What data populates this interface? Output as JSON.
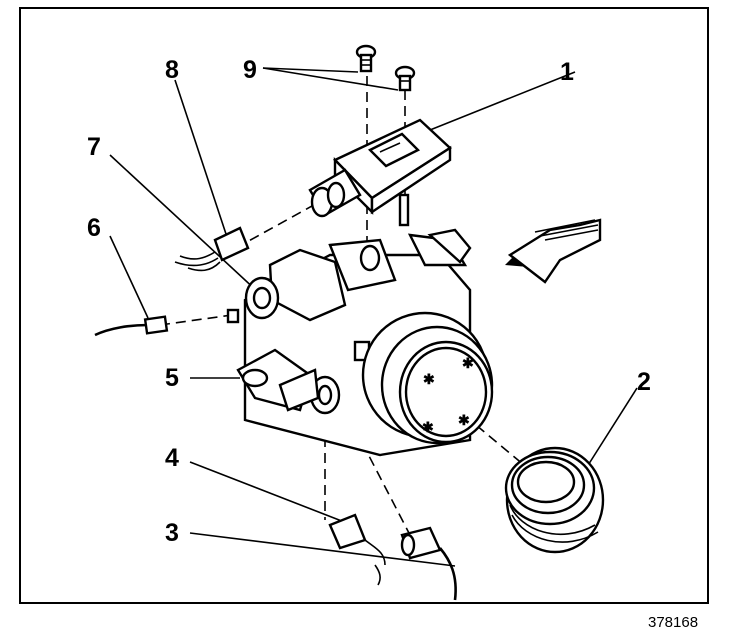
{
  "figure_id": "378168",
  "callouts": [
    "1",
    "2",
    "3",
    "4",
    "5",
    "6",
    "7",
    "8",
    "9"
  ],
  "colors": {
    "ink": "#000000",
    "paper": "#ffffff"
  }
}
